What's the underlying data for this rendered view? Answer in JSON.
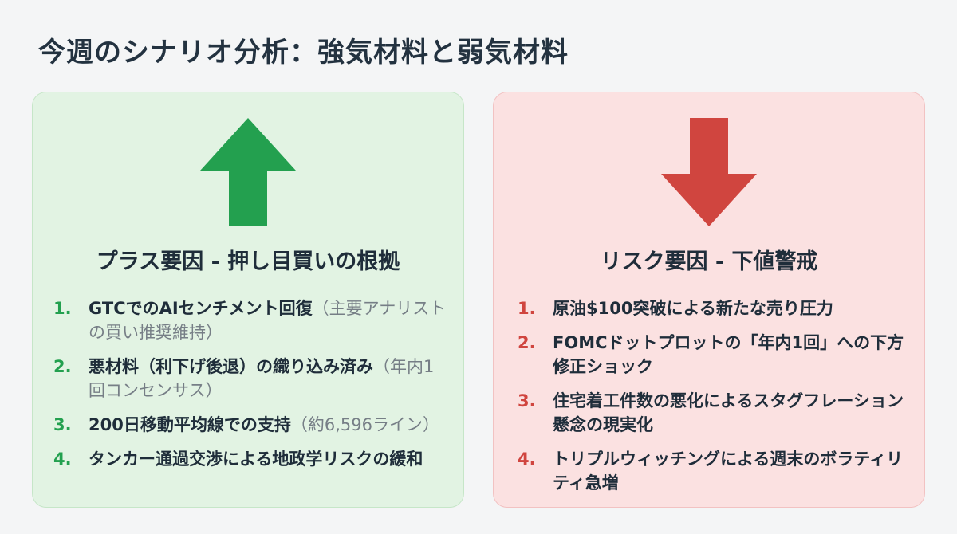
{
  "title": "今週のシナリオ分析：強気材料と弱気材料",
  "colors": {
    "plus_accent": "#23a04f",
    "risk_accent": "#d0453f",
    "plus_background": "#e2f3e3",
    "risk_background": "#fbe1e1"
  },
  "plus": {
    "icon": "up-arrow-icon",
    "heading": "プラス要因 - 押し目買いの根拠",
    "items": [
      {
        "num": "1.",
        "text": "GTCでのAIセンチメント回復",
        "note": "（主要アナリストの買い推奨維持）"
      },
      {
        "num": "2.",
        "text": "悪材料（利下げ後退）の織り込み済み",
        "note": "（年内1回コンセンサス）"
      },
      {
        "num": "3.",
        "text": "200日移動平均線での支持",
        "note": "（約6,596ライン）"
      },
      {
        "num": "4.",
        "text": "タンカー通過交渉による地政学リスクの緩和",
        "note": ""
      }
    ]
  },
  "risk": {
    "icon": "down-arrow-icon",
    "heading": "リスク要因 - 下値警戒",
    "items": [
      {
        "num": "1.",
        "text": "原油$100突破による新たな売り圧力"
      },
      {
        "num": "2.",
        "text": "FOMCドットプロットの「年内1回」への下方修正ショック"
      },
      {
        "num": "3.",
        "text": "住宅着工件数の悪化によるスタグフレーション懸念の現実化"
      },
      {
        "num": "4.",
        "text": "トリプルウィッチングによる週末のボラティリティ急増"
      }
    ]
  }
}
